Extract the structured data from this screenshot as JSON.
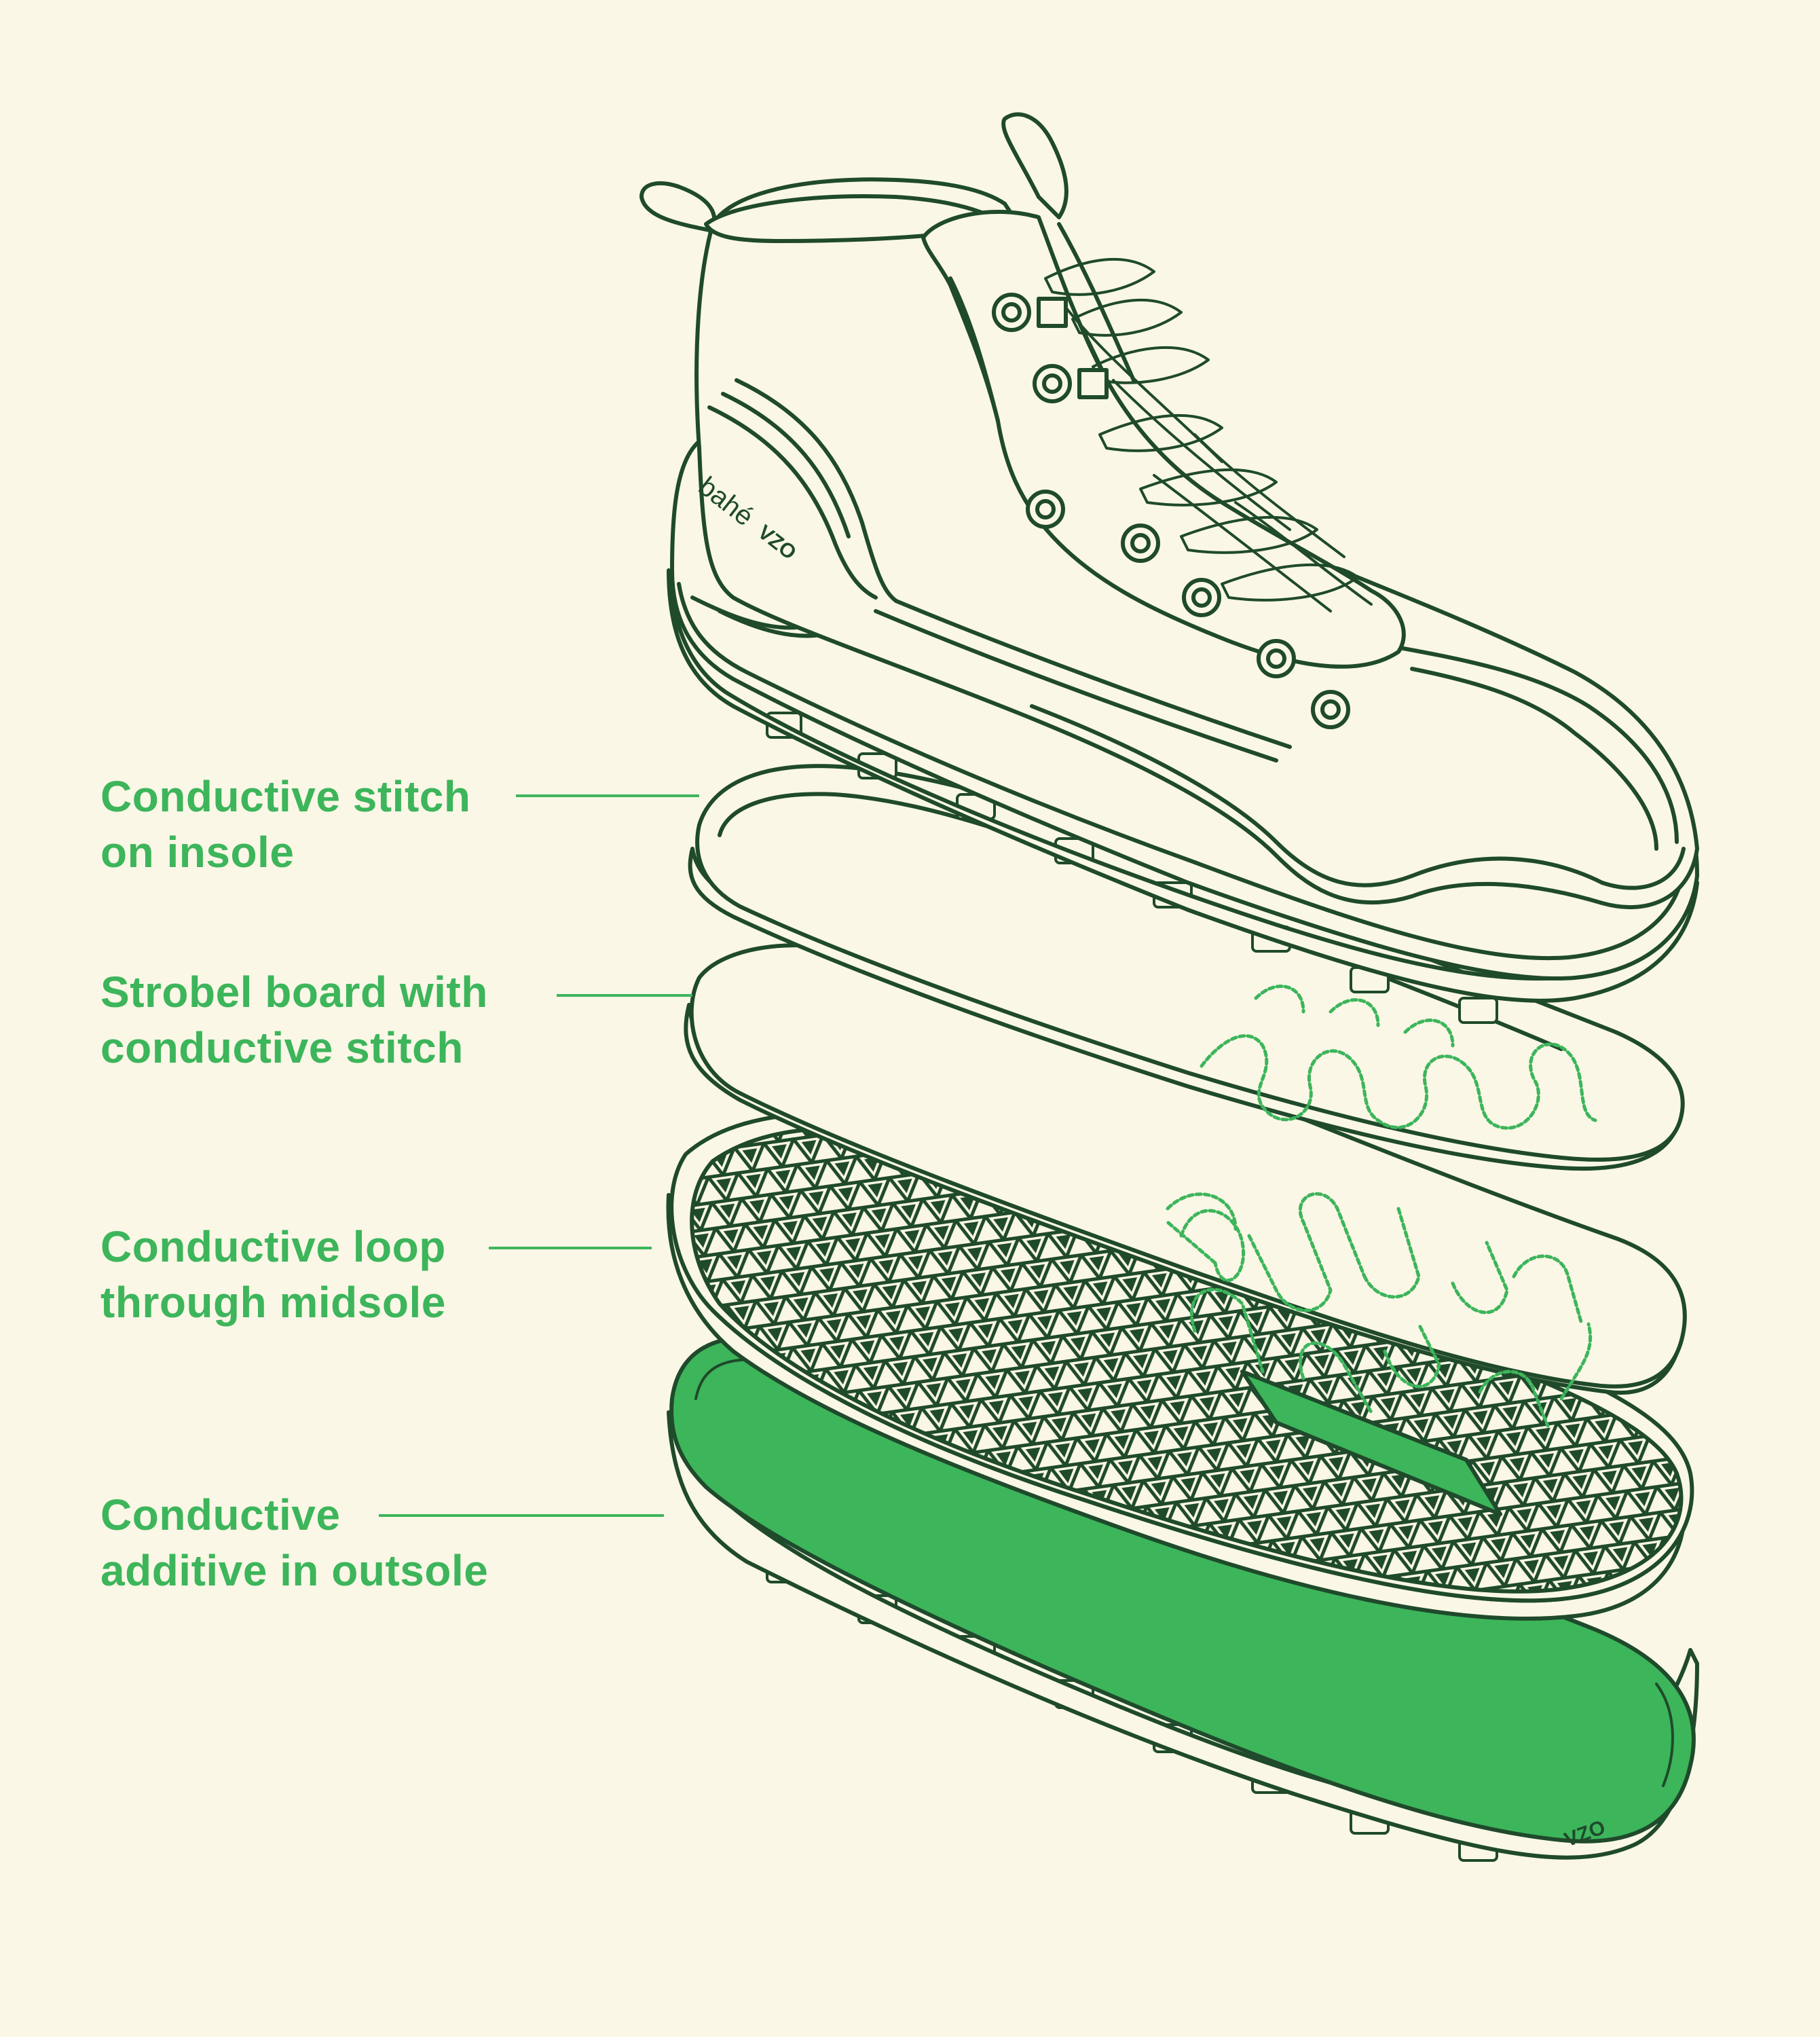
{
  "labels": [
    {
      "line1": "Conductive stitch",
      "line2": "on insole"
    },
    {
      "line1": "Strobel board with",
      "line2": "conductive stitch"
    },
    {
      "line1": "Conductive loop",
      "line2": "through midsole"
    },
    {
      "line1": "Conductive",
      "line2": "additive in outsole"
    }
  ],
  "brand": {
    "name": "bahé",
    "mark": "VZO"
  },
  "colors": {
    "background": "#faf7e6",
    "ink": "#1f4a2b",
    "accent": "#3db55b"
  }
}
